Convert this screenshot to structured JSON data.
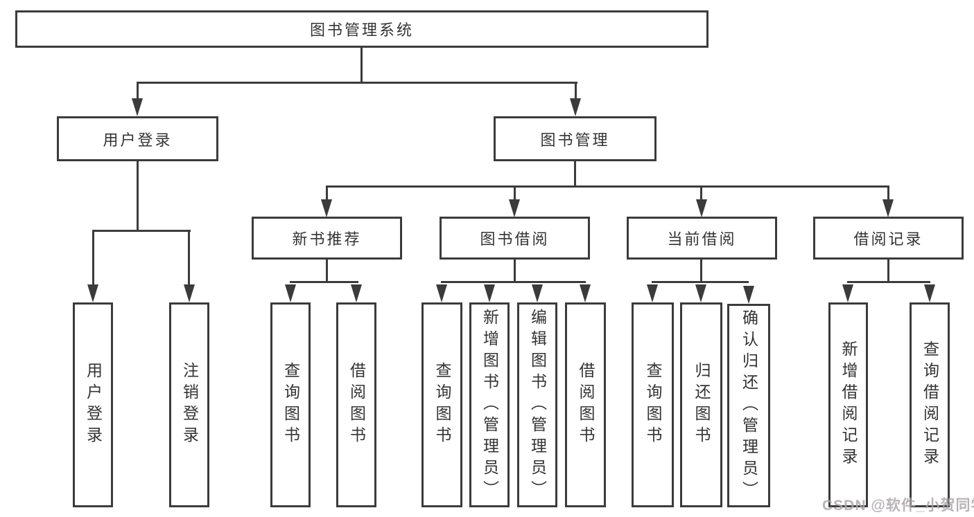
{
  "colors": {
    "background": "#ffffff",
    "line": "#3b3b3b",
    "box_border": "#3b3b3b",
    "text": "#333333",
    "watermark": "#aca6aa"
  },
  "hierarchy": {
    "root": "图书管理系统",
    "children": [
      {
        "label": "用户登录",
        "children": [
          "用户登录",
          "注销登录"
        ]
      },
      {
        "label": "图书管理",
        "children": [
          {
            "label": "新书推荐",
            "children": [
              "查询图书",
              "借阅图书"
            ]
          },
          {
            "label": "图书借阅",
            "children": [
              "查询图书",
              "新增图书（管理员）",
              "编辑图书（管理员）",
              "借阅图书"
            ]
          },
          {
            "label": "当前借阅",
            "children": [
              "查询图书",
              "归还图书",
              "确认归还（管理员）"
            ]
          },
          {
            "label": "借阅记录",
            "children": [
              "新增借阅记录",
              "查询借阅记录"
            ]
          }
        ]
      }
    ]
  },
  "watermark": {
    "text": "CSDN @软件_小贺同学"
  }
}
